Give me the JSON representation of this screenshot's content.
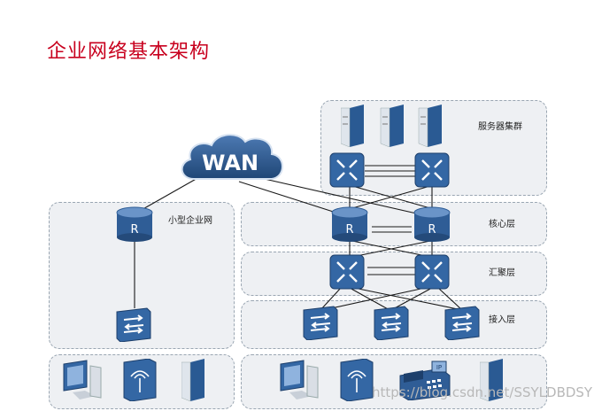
{
  "title": "企业网络基本架构",
  "wan_label": "WAN",
  "labels": {
    "server_cluster": "服务器集群",
    "small_enterprise": "小型企业网",
    "core_layer": "核心层",
    "aggregation_layer": "汇聚层",
    "access_layer": "接入层"
  },
  "router_glyph": "R",
  "ip_phone_glyph": "IP",
  "watermark": "https://blog.csdn.net/SSYLDBDSY",
  "colors": {
    "title": "#c8001e",
    "device_blue": "#2f5d96",
    "device_light": "#5c87bd",
    "zone_bg": "#eef0f3",
    "wan_cloud": "#2f5d96"
  }
}
